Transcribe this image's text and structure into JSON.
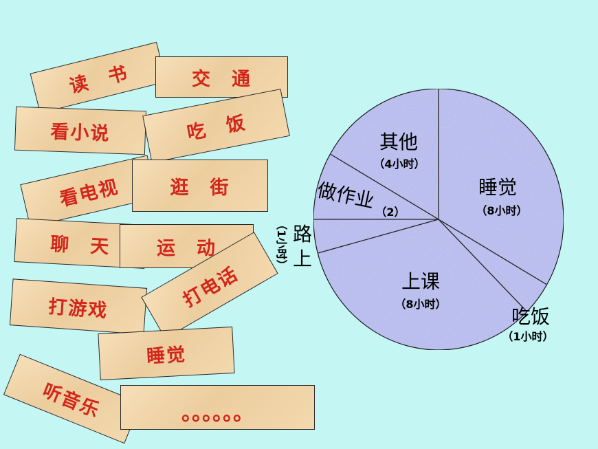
{
  "cards": [
    {
      "id": "dushu",
      "text": "读　书"
    },
    {
      "id": "jiaotong",
      "text": "交　通"
    },
    {
      "id": "kanxiaoshuo",
      "text": "看小说"
    },
    {
      "id": "chifan",
      "text": "吃　饭"
    },
    {
      "id": "kandianshi",
      "text": "看电视"
    },
    {
      "id": "guangjie",
      "text": "逛　街"
    },
    {
      "id": "liaotian",
      "text": "聊　天"
    },
    {
      "id": "yundong",
      "text": "运　动"
    },
    {
      "id": "dayouxi",
      "text": "打游戏"
    },
    {
      "id": "dadianhua",
      "text": "打电话"
    },
    {
      "id": "shuijiao",
      "text": "睡觉"
    },
    {
      "id": "tingyinyue",
      "text": "听音乐"
    },
    {
      "id": "dots",
      "text": "。。。。。。"
    }
  ],
  "chart_data": {
    "type": "pie",
    "unit": "小时",
    "slices": [
      {
        "label": "睡觉",
        "value": 8,
        "value_text": "（8小时）"
      },
      {
        "label": "吃饭",
        "value": 1,
        "value_text": "（1小时）"
      },
      {
        "label": "上课",
        "value": 8,
        "value_text": "（8小时）"
      },
      {
        "label": "路上",
        "value": 1,
        "value_text": "（1小时）"
      },
      {
        "label": "做作业",
        "value": 2,
        "value_text": "（2）"
      },
      {
        "label": "其他",
        "value": 4,
        "value_text": "（4小时）"
      }
    ],
    "colors": {
      "fill": "#c3c8f0",
      "stroke": "#222222"
    }
  }
}
